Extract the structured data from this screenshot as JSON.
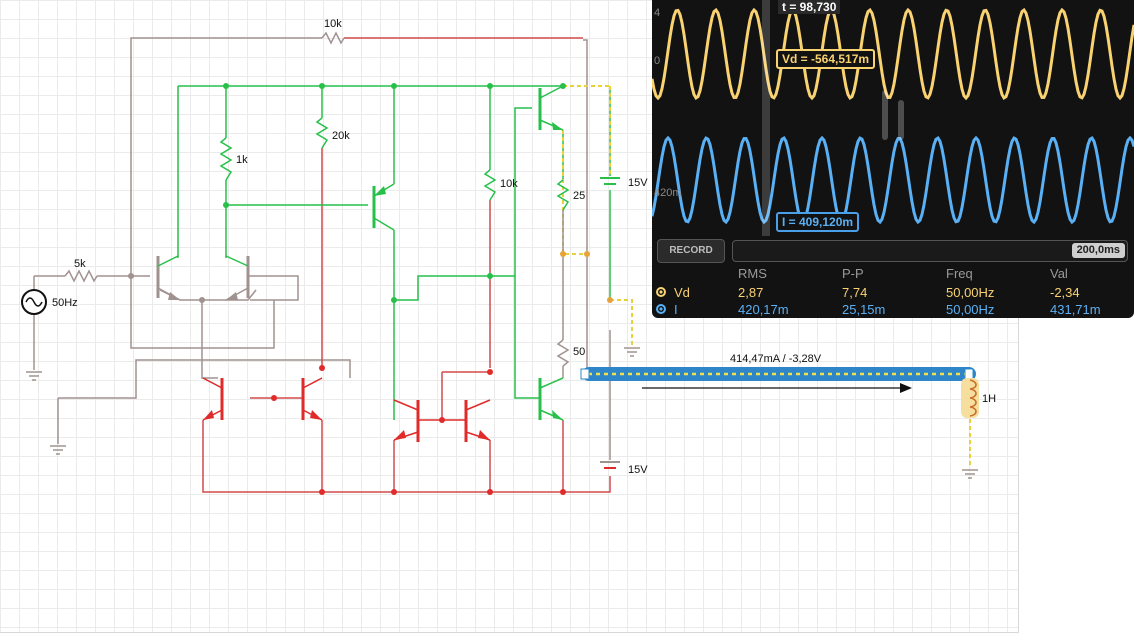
{
  "components": {
    "r_feedback": "10k",
    "r_1k": "1k",
    "r_20k": "20k",
    "r_10k": "10k",
    "r_25": "25",
    "r_50": "50",
    "r_input": "5k",
    "source": "50Hz",
    "battery_top": "15V",
    "battery_bottom": "15V",
    "inductor": "1H"
  },
  "wire_readout": "414,47mA / -3,28V",
  "scope": {
    "axis_top": "4",
    "axis_zero": "0",
    "axis_i": "420m",
    "time_readout": "t = 98,730",
    "vd_readout": "Vd = -564,517m",
    "i_readout": "I = 409,120m",
    "record_label": "RECORD",
    "time_span": "200,0ms",
    "headers": [
      "RMS",
      "P-P",
      "Freq",
      "Val"
    ],
    "rows": [
      {
        "name": "Vd",
        "rms": "2,87",
        "pp": "7,74",
        "freq": "50,00Hz",
        "val": "-2,34",
        "color": "#f9d271"
      },
      {
        "name": "I",
        "rms": "420,17m",
        "pp": "25,15m",
        "freq": "50,00Hz",
        "val": "431,71m",
        "color": "#5ab0f4"
      }
    ]
  },
  "colors": {
    "green": "#27c04b",
    "red": "#d44a4a",
    "gray": "#a0928f",
    "highlight": "#2e86c8",
    "trace_vd": "#f9d271",
    "trace_i": "#5ab0f4"
  }
}
